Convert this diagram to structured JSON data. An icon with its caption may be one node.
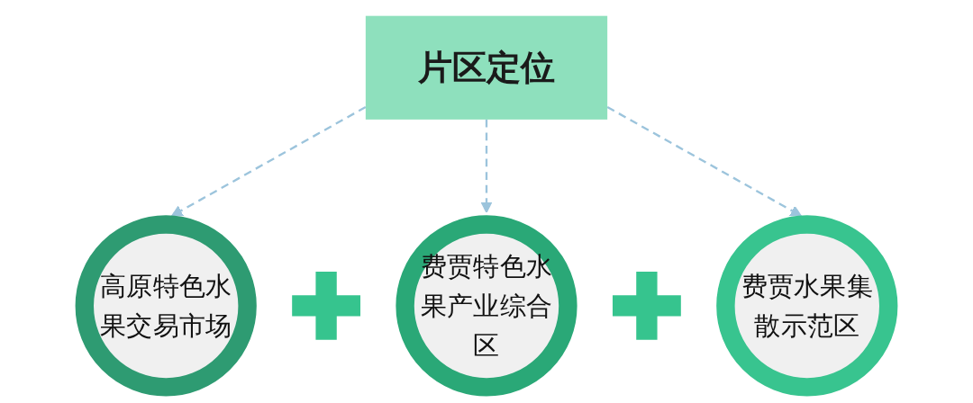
{
  "diagram": {
    "nodes": [
      {
        "text": [
          "片区定位"
        ]
      },
      {
        "text": [
          "高原特色水果交易市场"
        ]
      },
      {
        "text": [
          "费贾特色水果产业综合区"
        ]
      },
      {
        "text": [
          "费贾水果集散示范区"
        ]
      }
    ],
    "edges": [
      {
        "from": 0,
        "to": 1,
        "arrow": "to",
        "style": "dashed"
      },
      {
        "from": 0,
        "to": 2,
        "arrow": "to",
        "style": "dashed"
      },
      {
        "from": 0,
        "to": 3,
        "arrow": "to",
        "style": "dashed"
      }
    ]
  }
}
